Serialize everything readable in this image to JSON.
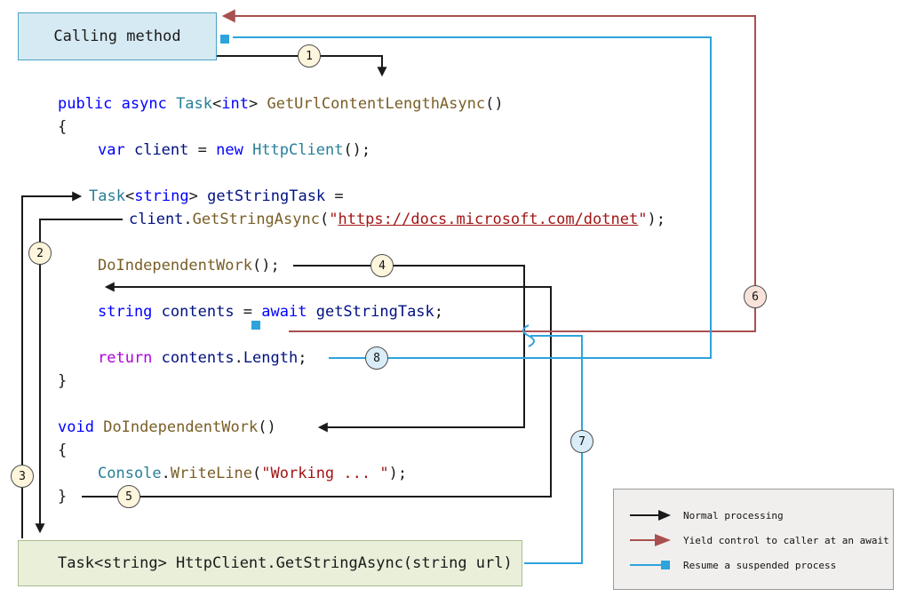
{
  "diagram": {
    "calling_box_label": "Calling method",
    "getstring_box_label": "Task<string> HttpClient.GetStringAsync(string url)"
  },
  "steps": [
    "1",
    "2",
    "3",
    "4",
    "5",
    "6",
    "7",
    "8"
  ],
  "legend": {
    "items": [
      {
        "name": "normal-processing",
        "label": "Normal processing"
      },
      {
        "name": "yield-control",
        "label": "Yield control to caller at an await"
      },
      {
        "name": "resume-suspended",
        "label": "Resume a suspended process"
      }
    ]
  },
  "colors": {
    "normal_flow": "#1a1a1a",
    "yield_flow": "#a94f4f",
    "resume_flow": "#2ea3dc",
    "calling_box_bg": "#d6eaf3",
    "getstring_box_bg": "#e9efd9",
    "step_circle_bg": "#fdf5dc",
    "step_circle_yield_bg": "#f8e3da",
    "step_circle_resume_bg": "#d9edf8"
  },
  "code": {
    "lines": [
      {
        "tokens": [
          [
            "kw",
            "public async "
          ],
          [
            "type",
            "Task"
          ],
          [
            "plain",
            "<"
          ],
          [
            "kw",
            "int"
          ],
          [
            "plain",
            "> "
          ],
          [
            "method",
            "GetUrlContentLengthAsync"
          ],
          [
            "plain",
            "()"
          ]
        ]
      },
      {
        "tokens": [
          [
            "plain",
            "{"
          ]
        ]
      },
      {
        "tokens": [
          [
            "kw",
            "var"
          ],
          [
            "plain",
            " "
          ],
          [
            "var",
            "client"
          ],
          [
            "plain",
            " = "
          ],
          [
            "kw",
            "new"
          ],
          [
            "plain",
            " "
          ],
          [
            "type",
            "HttpClient"
          ],
          [
            "plain",
            "();"
          ]
        ]
      },
      {
        "tokens": [
          [
            "type",
            "Task"
          ],
          [
            "plain",
            "<"
          ],
          [
            "kw",
            "string"
          ],
          [
            "plain",
            "> "
          ],
          [
            "var",
            "getStringTask"
          ],
          [
            "plain",
            " ="
          ]
        ]
      },
      {
        "tokens": [
          [
            "var",
            "client"
          ],
          [
            "plain",
            "."
          ],
          [
            "method",
            "GetStringAsync"
          ],
          [
            "plain",
            "("
          ],
          [
            "str",
            "\""
          ],
          [
            "strlink",
            "https://docs.microsoft.com/dotnet"
          ],
          [
            "str",
            "\""
          ],
          [
            "plain",
            ");"
          ]
        ]
      },
      {
        "tokens": [
          [
            "method",
            "DoIndependentWork"
          ],
          [
            "plain",
            "();"
          ]
        ]
      },
      {
        "tokens": [
          [
            "kw",
            "string"
          ],
          [
            "plain",
            " "
          ],
          [
            "var",
            "contents"
          ],
          [
            "plain",
            " = "
          ],
          [
            "kw",
            "await"
          ],
          [
            "plain",
            " "
          ],
          [
            "var",
            "getStringTask"
          ],
          [
            "plain",
            ";"
          ]
        ]
      },
      {
        "tokens": [
          [
            "ctrl",
            "return"
          ],
          [
            "plain",
            " "
          ],
          [
            "var",
            "contents"
          ],
          [
            "plain",
            "."
          ],
          [
            "var",
            "Length"
          ],
          [
            "plain",
            ";"
          ]
        ]
      },
      {
        "tokens": [
          [
            "plain",
            "}"
          ]
        ]
      },
      {
        "tokens": [
          [
            "kw",
            "void"
          ],
          [
            "plain",
            " "
          ],
          [
            "method",
            "DoIndependentWork"
          ],
          [
            "plain",
            "()"
          ]
        ]
      },
      {
        "tokens": [
          [
            "plain",
            "{"
          ]
        ]
      },
      {
        "tokens": [
          [
            "type",
            "Console"
          ],
          [
            "plain",
            "."
          ],
          [
            "method",
            "WriteLine"
          ],
          [
            "plain",
            "("
          ],
          [
            "str",
            "\"Working ... \""
          ],
          [
            "plain",
            ");"
          ]
        ]
      },
      {
        "tokens": [
          [
            "plain",
            "}"
          ]
        ]
      }
    ]
  }
}
